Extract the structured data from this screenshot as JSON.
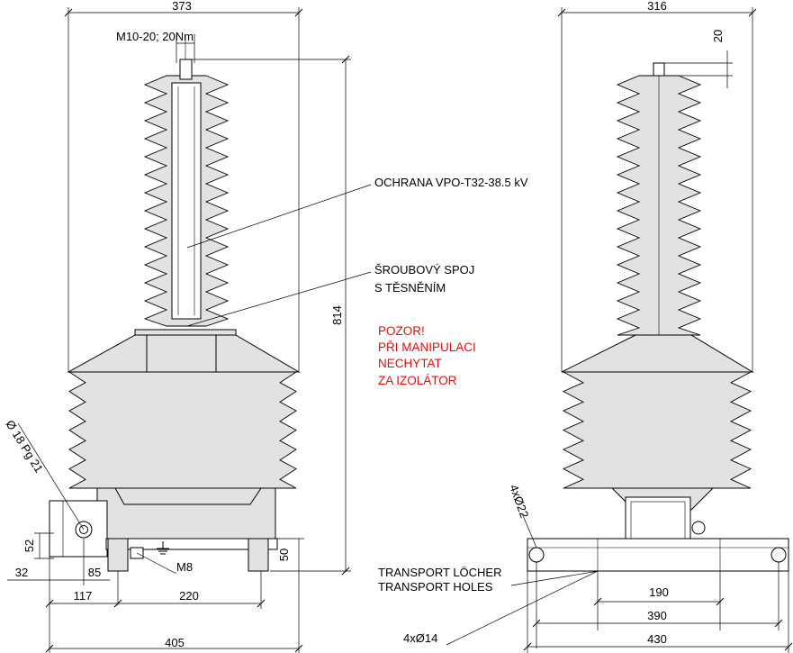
{
  "colors": {
    "line": "#000000",
    "fill": "#e2e2e2",
    "warning": "#e01010"
  },
  "dimensions": {
    "front_width": "373",
    "side_width": "316",
    "bolt_spec": "M10-20; 20Nm",
    "height_total": "814",
    "terminal_offset": "20",
    "gland": "Ø 18 Pg 21",
    "gland_height": "52",
    "foot_height": "50",
    "offset_32": "32",
    "offset_85": "85",
    "offset_117": "117",
    "offset_220": "220",
    "base_405": "405",
    "earth_bolt": "M8",
    "holes_22": "4xØ22",
    "holes_14": "4xØ14",
    "spacing_190": "190",
    "spacing_390": "390",
    "base_430": "430"
  },
  "labels": {
    "protection": "OCHRANA VPO-T32-38.5 kV",
    "joint_line1": "ŠROUBOVÝ SPOJ",
    "joint_line2": "S TĚSNĚNÍM",
    "transport_cz": "TRANSPORT LÖCHER",
    "transport_en": "TRANSPORT HOLES"
  },
  "warning": {
    "lines": [
      "POZOR!",
      "PŘI MANIPULACI",
      "NECHYTAT",
      " ZA  IZOLÁTOR"
    ]
  }
}
